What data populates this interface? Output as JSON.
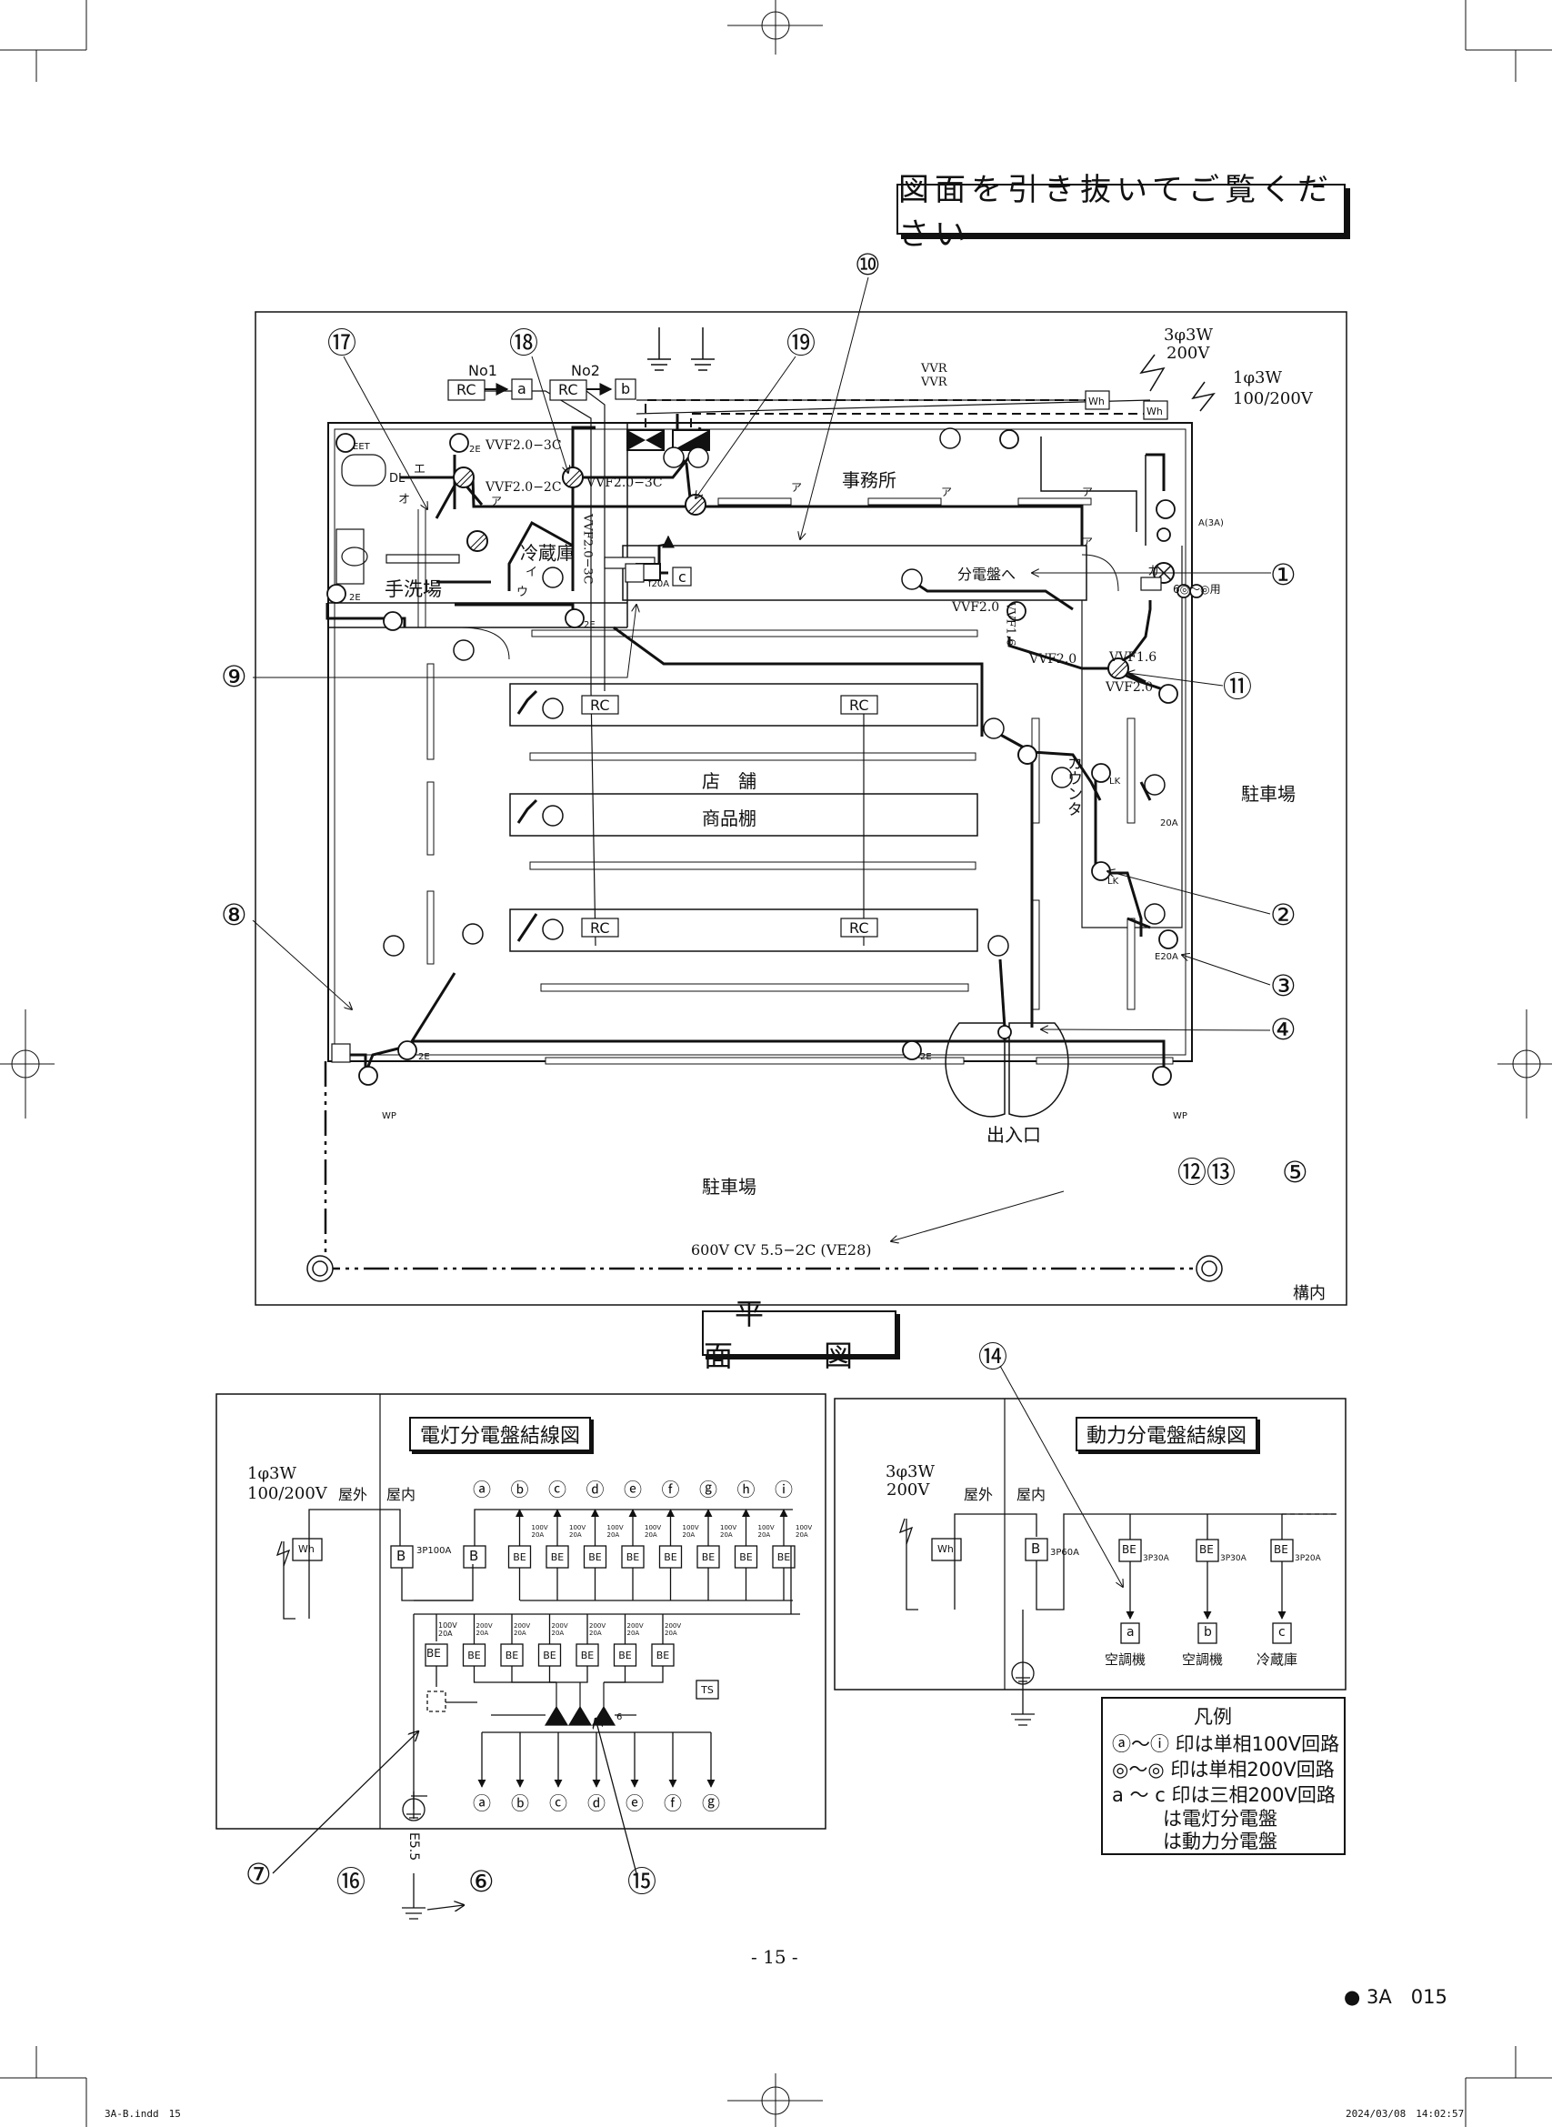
{
  "header_banner": "図面を引き抜いてご覧ください",
  "plan_title": "平　面　図",
  "rooms": {
    "office": "事務所",
    "cold_room": "冷蔵庫",
    "washroom": "手洗場",
    "store": "店　舗",
    "shelf": "商品棚",
    "counter": "カウンタ",
    "parking_right": "駐車場",
    "parking_bottom": "駐車場",
    "entrance": "出入口",
    "premises": "構内",
    "to_panel": "分電盤へ"
  },
  "supply": {
    "three_phase_label": "3φ3W",
    "three_phase_volt": "200V",
    "single_phase_label": "1φ3W",
    "single_phase_volt": "100/200V",
    "vvr1": "VVR",
    "vvr2": "VVR",
    "meter": "Wh"
  },
  "cables": {
    "vvf_3c_a": "VVF2.0−3C",
    "vvf_3c_b": "VVF2.0−3C",
    "vvf_2c": "VVF2.0−2C",
    "vvf_3c_vert": "VVF2.0−3C",
    "vvf20_a": "VVF2.0",
    "vvf20_b": "VVF2.0",
    "vvf20_c": "VVF2.0",
    "vvf16_a": "VVF1.6",
    "vvf16_b": "VVF1.6",
    "cv": "600V CV 5.5−2C (VE28)"
  },
  "rc_units": {
    "no1": "No1",
    "no2": "No2",
    "rc": "RC",
    "box_a": "a",
    "box_b": "b",
    "box_c": "c"
  },
  "markers": [
    "①",
    "②",
    "③",
    "④",
    "⑤",
    "⑥",
    "⑦",
    "⑧",
    "⑨",
    "⑩",
    "⑪",
    "⑫⑬",
    "⑭",
    "⑮",
    "⑯",
    "⑰",
    "⑱",
    "⑲"
  ],
  "outlet_notes": {
    "eet": "EET",
    "e2": "2E",
    "lk": "LK",
    "e20a": "E20A",
    "a20": "20A",
    "a3a": "A(3A)",
    "wp": "WP",
    "f20a": "f20A",
    "use": "6◎〜◎用",
    "dl": "DL",
    "kana_a": "ア",
    "kana_i": "イ",
    "kana_u": "ウ",
    "kana_e": "エ",
    "kana_o": "オ",
    "kana_ka": "カ"
  },
  "lighting_panel": {
    "title": "電灯分電盤結線図",
    "supply": "1φ3W",
    "volt": "100/200V",
    "outdoor": "屋外",
    "indoor": "屋内",
    "main": "3P100A",
    "circuits_100v": [
      "ⓐ",
      "ⓑ",
      "ⓒ",
      "ⓓ",
      "ⓔ",
      "ⓕ",
      "ⓖ",
      "ⓗ",
      "ⓘ"
    ],
    "rating_100v": "100V 20A",
    "rating_200v": "200V 20A",
    "circuits_200v": [
      "ⓐ",
      "ⓑ",
      "ⓒ",
      "ⓓ",
      "ⓔ",
      "ⓕ",
      "ⓖ"
    ],
    "breaker": "BE",
    "main_breaker": "B",
    "timer": "TS",
    "ground": "E5.5",
    "count": "6"
  },
  "power_panel": {
    "title": "動力分電盤結線図",
    "supply": "3φ3W",
    "volt": "200V",
    "outdoor": "屋外",
    "indoor": "屋内",
    "main": "3P60A",
    "branches": [
      {
        "rating": "3P30A",
        "box": "a",
        "load": "空調機"
      },
      {
        "rating": "3P30A",
        "box": "b",
        "load": "空調機"
      },
      {
        "rating": "3P20A",
        "box": "c",
        "load": "冷蔵庫"
      }
    ]
  },
  "legend": {
    "title": "凡例",
    "row1": "ⓐ〜ⓘ 印は単相100V回路",
    "row2": "◎〜◎ 印は単相200V回路",
    "row3": "a 〜 c 印は三相200V回路",
    "row4": "は電灯分電盤",
    "row5": "は動力分電盤"
  },
  "page_number": "- 15 -",
  "page_code": "3A　015",
  "footer_left": "3A-B.indd　15",
  "footer_right": "2024/03/08　14:02:57"
}
